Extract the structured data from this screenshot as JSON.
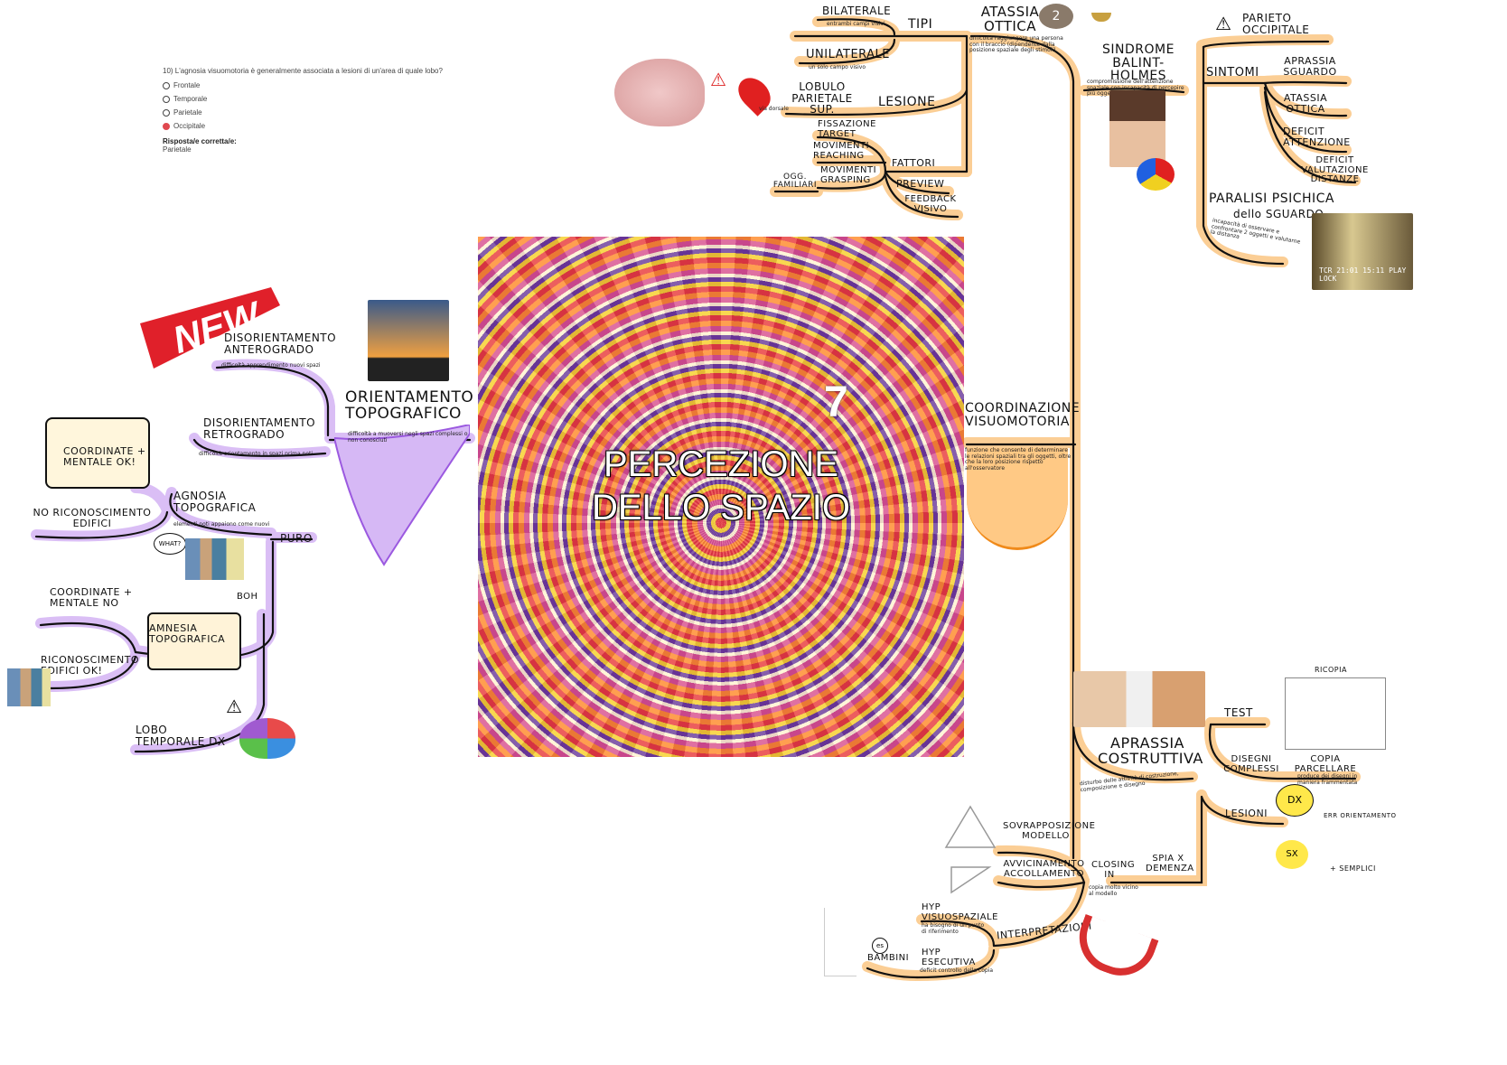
{
  "quiz": {
    "question": "10) L'agnosia visuomotoria è generalmente associata a lesioni di un'area di quale lobo?",
    "options": [
      {
        "label": "Frontale",
        "state": "unselected"
      },
      {
        "label": "Temporale",
        "state": "unselected"
      },
      {
        "label": "Parietale",
        "state": "unselected"
      },
      {
        "label": "Occipitale",
        "state": "selected-wrong"
      }
    ],
    "answer_label": "Risposta/e corretta/e:",
    "answer": "Parietale"
  },
  "center": {
    "title_line1": "PERCEZIONE",
    "title_line2": "DELLO SPAZIO",
    "number": "7"
  },
  "colors": {
    "orange_branch": "#fbc98a",
    "purple_branch": "#d6b8f5",
    "ink": "#111111",
    "new_badge": "#e0202a"
  },
  "left_branch": {
    "new_badge": "NEW",
    "main": "ORIENTAMENTO TOPOGRAFICO",
    "main_note": "difficoltà a muoversi negli spazi complessi o non conosciuti",
    "anterogrado": "DISORIENTAMENTO ANTEROGRADO",
    "anterogrado_note": "difficoltà apprendimento nuovi spazi",
    "retrogrado": "DISORIENTAMENTO RETROGRADO",
    "retrogrado_note": "difficoltà orientamento in spazi prima noti",
    "puro": "PURO",
    "agnosia": "AGNOSIA TOPOGRAFICA",
    "agnosia_note": "elementi noti appaiono come nuovi",
    "coord_ok": "COORDINATE + MENTALE OK!",
    "no_riconoscimento": "NO RICONOSCIMENTO EDIFICI",
    "what": "WHAT?",
    "amnesia": "AMNESIA TOPOGRAFICA",
    "boh": "BOH",
    "coord_no": "COORDINATE + MENTALE NO",
    "riconoscimento_ok": "RICONOSCIMENTO EDIFICI OK!",
    "lobo": "LOBO TEMPORALE DX"
  },
  "top_branch": {
    "atassia": "ATASSIA OTTICA",
    "atassia_note": "difficoltà raggiungere una persona con il braccio (dipendente dalla posizione spaziale degli stimoli)",
    "number_badge": "2",
    "tipi": "TIPI",
    "bilaterale": "BILATERALE",
    "bilaterale_note": "entrambi campi visivi",
    "unilaterale": "UNILATERALE",
    "unilaterale_note": "un solo campo visivo",
    "lesione": "LESIONE",
    "lobulo": "LOBULO PARIETALE SUP.",
    "via_dorsale": "via dorsale",
    "fattori": "FATTORI",
    "fissazione": "FISSAZIONE TARGET",
    "reaching": "MOVIMENTI REACHING",
    "grasping": "MOVIMENTI GRASPING",
    "ogg_familiari": "OGG. FAMILIARI",
    "preview": "PREVIEW",
    "feedback": "FEEDBACK VISIVO"
  },
  "right_top_branch": {
    "sindrome": "SINDROME BALINT-HOLMES",
    "sindrome_note": "compromissione dell'attenzione spaziale con incapacità di percepire più oggetti",
    "parieto": "PARIETO OCCIPITALE",
    "sintomi": "SINTOMI",
    "aprassia_sguardo": "APRASSIA SGUARDO",
    "atassia_ottica": "ATASSIA OTTICA",
    "deficit_attenzione": "DEFICIT ATTENZIONE",
    "deficit_distanze": "DEFICIT VALUTAZIONE DISTANZE",
    "paralisi": "PARALISI PSICHICA",
    "paralisi_sub": "dello SGUARDO",
    "paralisi_note": "incapacità di osservare e confrontare 2 oggetti e valutarne la distanza",
    "video_overlay": "TCR 21:01 15:11 PLAY LOCK"
  },
  "right_mid_branch": {
    "coordinazione": "COORDINAZIONE VISUOMOTORIA",
    "coordinazione_note": "funzione che consente di determinare le relazioni spaziali tra gli oggetti, oltre che la loro posizione rispetto all'osservatore"
  },
  "bottom_branch": {
    "aprassia": "APRASSIA COSTRUTTIVA",
    "aprassia_note": "disturbo delle attività di costruzione, composizione e disegno",
    "test": "TEST",
    "ricopia": "RICOPIA",
    "disegni": "DISEGNI COMPLESSI",
    "copia": "COPIA PARCELLARE",
    "copia_note": "produce dei disegni in maniera frammentata",
    "lesioni": "LESIONI",
    "dx": "DX",
    "sx": "SX",
    "err_orientamento": "ERR ORIENTAMENTO",
    "semplice": "+ SEMPLICI",
    "spia": "SPIA x DEMENZA",
    "closing": "CLOSING IN",
    "closing_note": "copia molto vicino al modello",
    "sovrapposizione": "SOVRAPPOSIZIONE MODELLO",
    "avvicinamento": "AVVICINAMENTO ACCOLLAMENTO",
    "interpretazioni": "INTERPRETAZIONI",
    "hyp_visuo": "hyp VISUOSPAZIALE",
    "hyp_visuo_note": "ha bisogno di un punto di riferimento",
    "hyp_esec": "hyp ESECUTIVA",
    "hyp_esec_note": "deficit controllo della copia",
    "bambini": "BAMBINI",
    "bambini_badge": "es"
  }
}
